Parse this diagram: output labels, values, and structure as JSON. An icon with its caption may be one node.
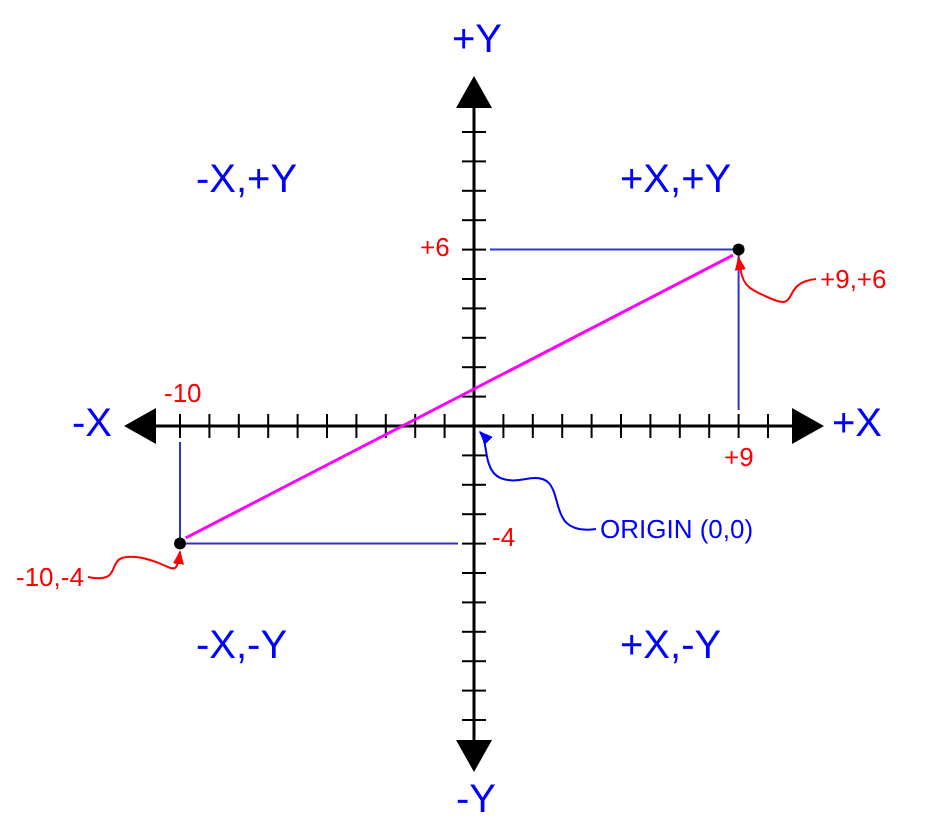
{
  "diagram": {
    "nodes": [
      {
        "text": [
          "+9,+6"
        ]
      },
      {
        "text": [],
        "shape": "circle"
      },
      {
        "text": [
          "-10,-4"
        ]
      },
      {
        "text": [],
        "shape": "circle"
      },
      {
        "text": [
          "ORIGIN (0,0)"
        ]
      }
    ],
    "edges": [
      {
        "from": 0,
        "to": 1,
        "arrow": "to",
        "color": "#ff0000"
      },
      {
        "from": 2,
        "to": 3,
        "arrow": "to",
        "color": "#ff0000"
      },
      {
        "from": 4,
        "to": null,
        "arrow": "to",
        "color": "#0000ff"
      },
      {
        "from": 1,
        "to": 3,
        "arrow": "none",
        "color": "#ff00ff"
      }
    ],
    "labels": [
      "+Y",
      "-X,+Y",
      "+X,+Y",
      "+6",
      "-X",
      "-10",
      "+X",
      "+9",
      "-4",
      "-X,-Y",
      "+X,-Y",
      "-Y"
    ]
  }
}
